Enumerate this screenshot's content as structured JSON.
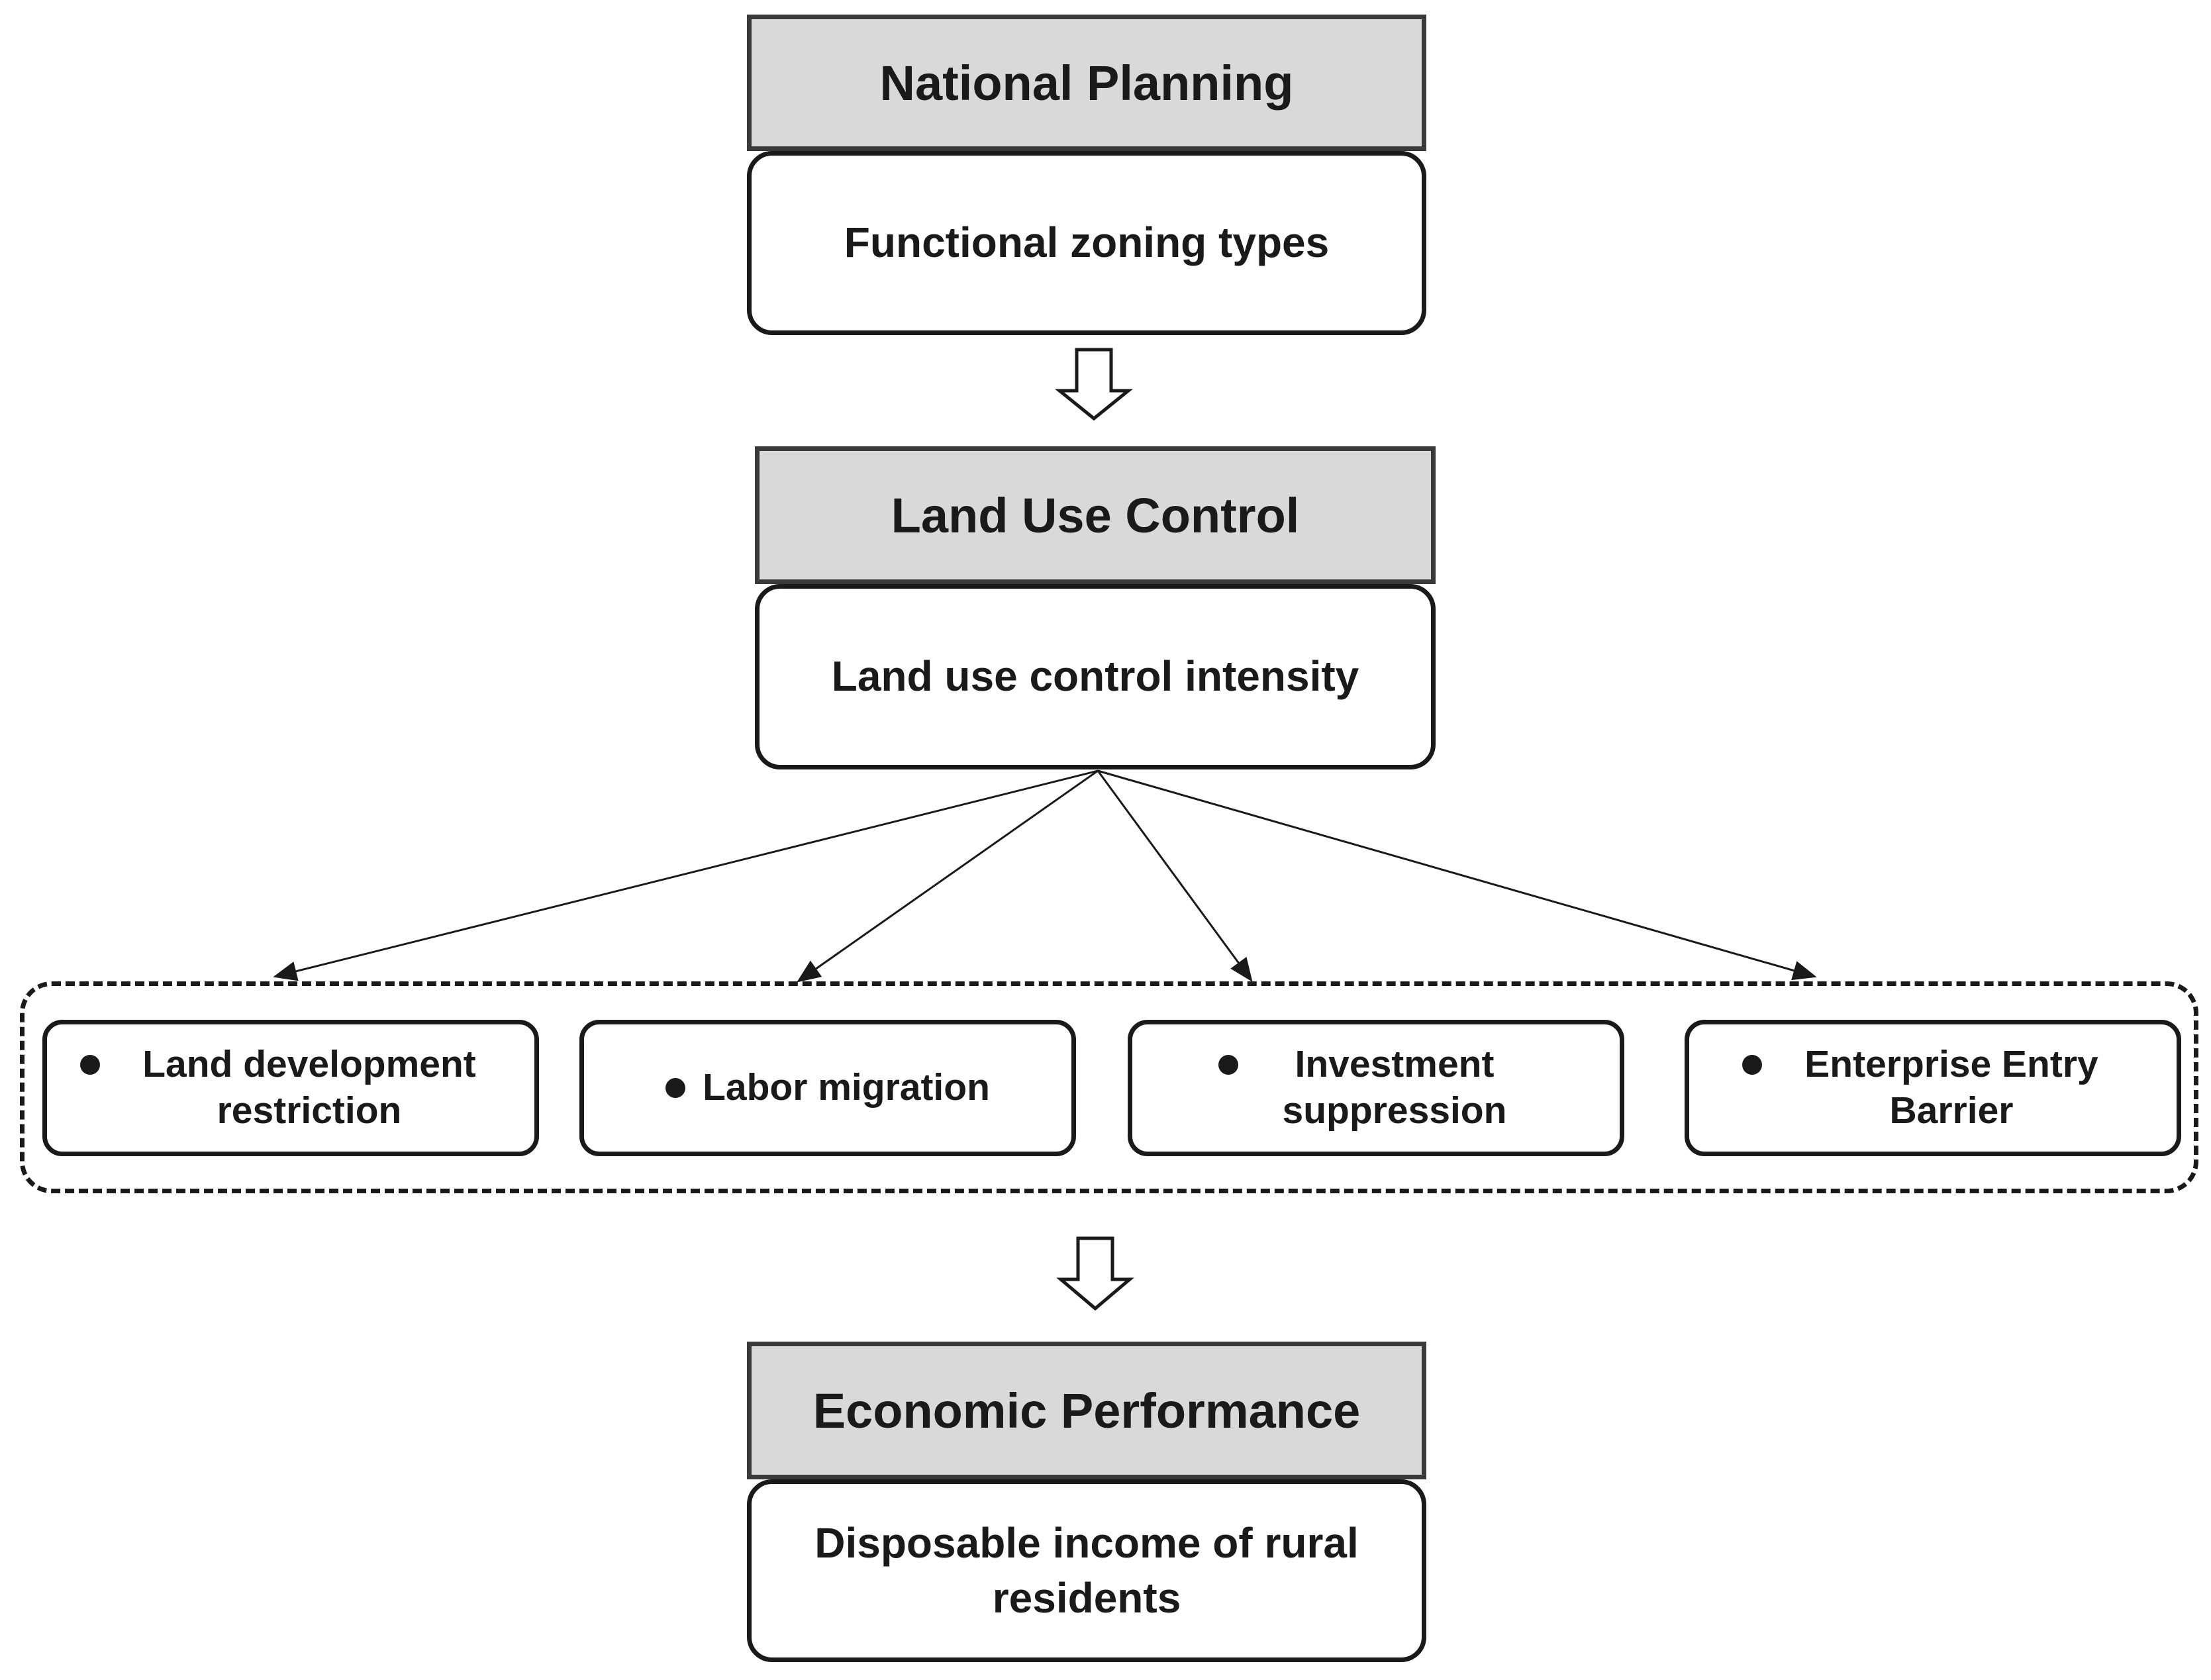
{
  "diagram": {
    "stages": [
      {
        "title": "National Planning",
        "subtitle": "Functional zoning types"
      },
      {
        "title": "Land Use Control",
        "subtitle": "Land use control intensity"
      },
      {
        "title": "Economic Performance",
        "subtitle": "Disposable income of rural residents"
      }
    ],
    "mechanisms": [
      {
        "label": "Land development restriction"
      },
      {
        "label": "Labor migration"
      },
      {
        "label": "Investment suppression"
      },
      {
        "label": "Enterprise Entry Barrier"
      }
    ]
  }
}
